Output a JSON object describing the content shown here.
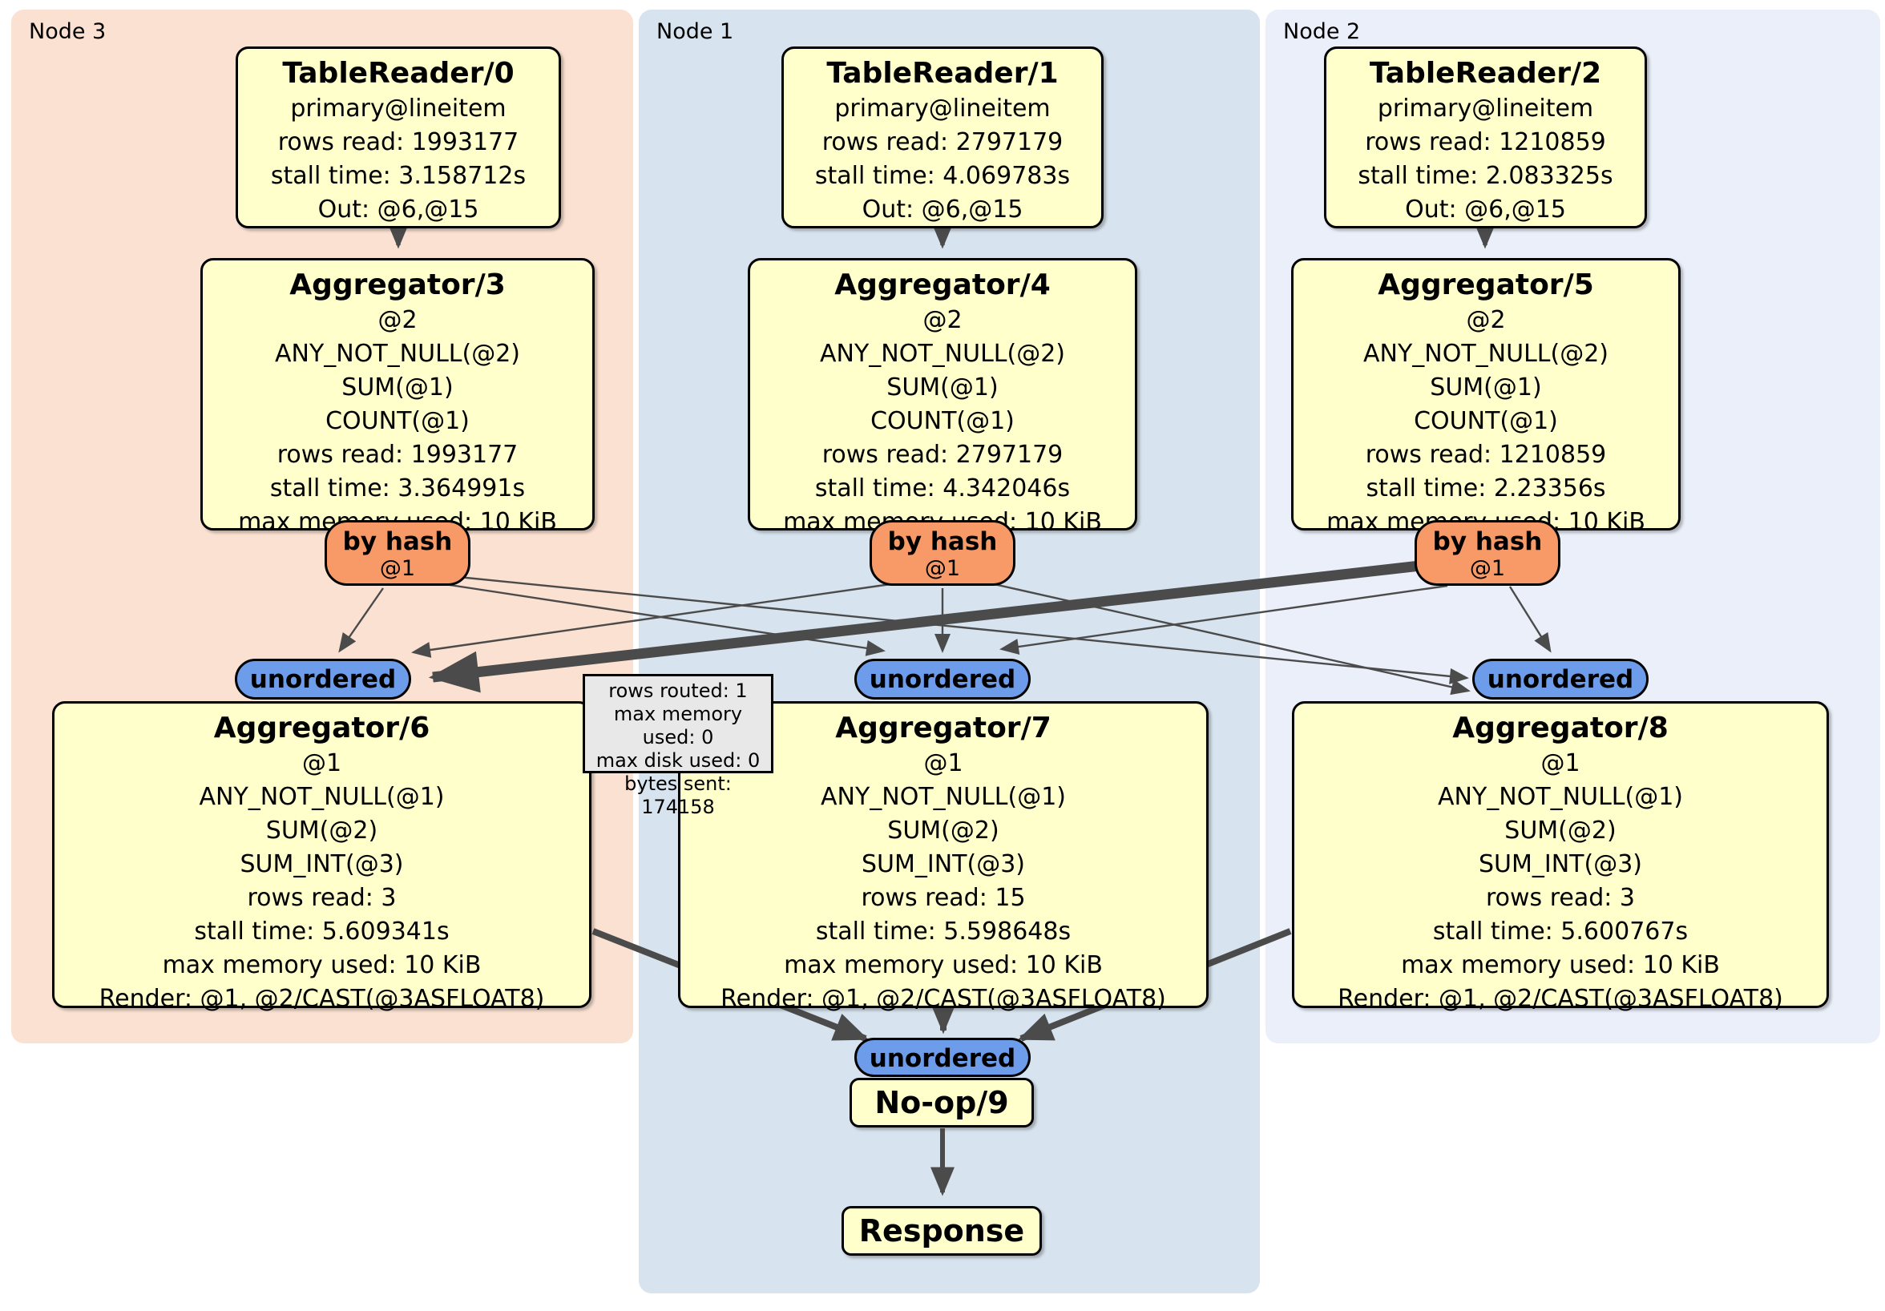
{
  "colors": {
    "panel_node3_bg": "#fbe1d1",
    "panel_node1_bg": "#d7e3ee",
    "panel_node2_bg": "#eaeff9",
    "processor_box_bg": "#ffffcb",
    "router_pill_bg": "#f79a67",
    "stream_pill_bg": "#6c9cea",
    "tooltip_bg": "#e8e8e8",
    "edge": "#4b4b4b"
  },
  "panels": [
    {
      "id": "node3",
      "label": "Node 3"
    },
    {
      "id": "node1",
      "label": "Node 1"
    },
    {
      "id": "node2",
      "label": "Node 2"
    }
  ],
  "table_readers": [
    {
      "title": "TableReader/0",
      "lines": [
        "primary@lineitem",
        "rows read: 1993177",
        "stall time: 3.158712s",
        "Out: @6,@15"
      ]
    },
    {
      "title": "TableReader/1",
      "lines": [
        "primary@lineitem",
        "rows read: 2797179",
        "stall time: 4.069783s",
        "Out: @6,@15"
      ]
    },
    {
      "title": "TableReader/2",
      "lines": [
        "primary@lineitem",
        "rows read: 1210859",
        "stall time: 2.083325s",
        "Out: @6,@15"
      ]
    }
  ],
  "aggregators_top": [
    {
      "title": "Aggregator/3",
      "lines": [
        "@2",
        "ANY_NOT_NULL(@2)",
        "SUM(@1)",
        "COUNT(@1)",
        "rows read: 1993177",
        "stall time: 3.364991s",
        "max memory used: 10 KiB"
      ]
    },
    {
      "title": "Aggregator/4",
      "lines": [
        "@2",
        "ANY_NOT_NULL(@2)",
        "SUM(@1)",
        "COUNT(@1)",
        "rows read: 2797179",
        "stall time: 4.342046s",
        "max memory used: 10 KiB"
      ]
    },
    {
      "title": "Aggregator/5",
      "lines": [
        "@2",
        "ANY_NOT_NULL(@2)",
        "SUM(@1)",
        "COUNT(@1)",
        "rows read: 1210859",
        "stall time: 2.23356s",
        "max memory used: 10 KiB"
      ]
    }
  ],
  "routers": [
    {
      "label": "by hash",
      "key": "@1"
    },
    {
      "label": "by hash",
      "key": "@1"
    },
    {
      "label": "by hash",
      "key": "@1"
    }
  ],
  "streams": [
    {
      "label": "unordered"
    },
    {
      "label": "unordered"
    },
    {
      "label": "unordered"
    },
    {
      "label": "unordered"
    }
  ],
  "aggregators_bottom": [
    {
      "title": "Aggregator/6",
      "lines": [
        "@1",
        "ANY_NOT_NULL(@1)",
        "SUM(@2)",
        "SUM_INT(@3)",
        "rows read: 3",
        "stall time: 5.609341s",
        "max memory used: 10 KiB",
        "Render: @1, @2/CAST(@3ASFLOAT8)"
      ]
    },
    {
      "title": "Aggregator/7",
      "lines": [
        "@1",
        "ANY_NOT_NULL(@1)",
        "SUM(@2)",
        "SUM_INT(@3)",
        "rows read: 15",
        "stall time: 5.598648s",
        "max memory used: 10 KiB",
        "Render: @1, @2/CAST(@3ASFLOAT8)"
      ]
    },
    {
      "title": "Aggregator/8",
      "lines": [
        "@1",
        "ANY_NOT_NULL(@1)",
        "SUM(@2)",
        "SUM_INT(@3)",
        "rows read: 3",
        "stall time: 5.600767s",
        "max memory used: 10 KiB",
        "Render: @1, @2/CAST(@3ASFLOAT8)"
      ]
    }
  ],
  "tooltip": {
    "lines": [
      "rows routed: 1",
      "max memory used: 0",
      "max disk used: 0",
      "bytes sent: 174158"
    ]
  },
  "noop": {
    "label": "No-op/9"
  },
  "response": {
    "label": "Response"
  }
}
